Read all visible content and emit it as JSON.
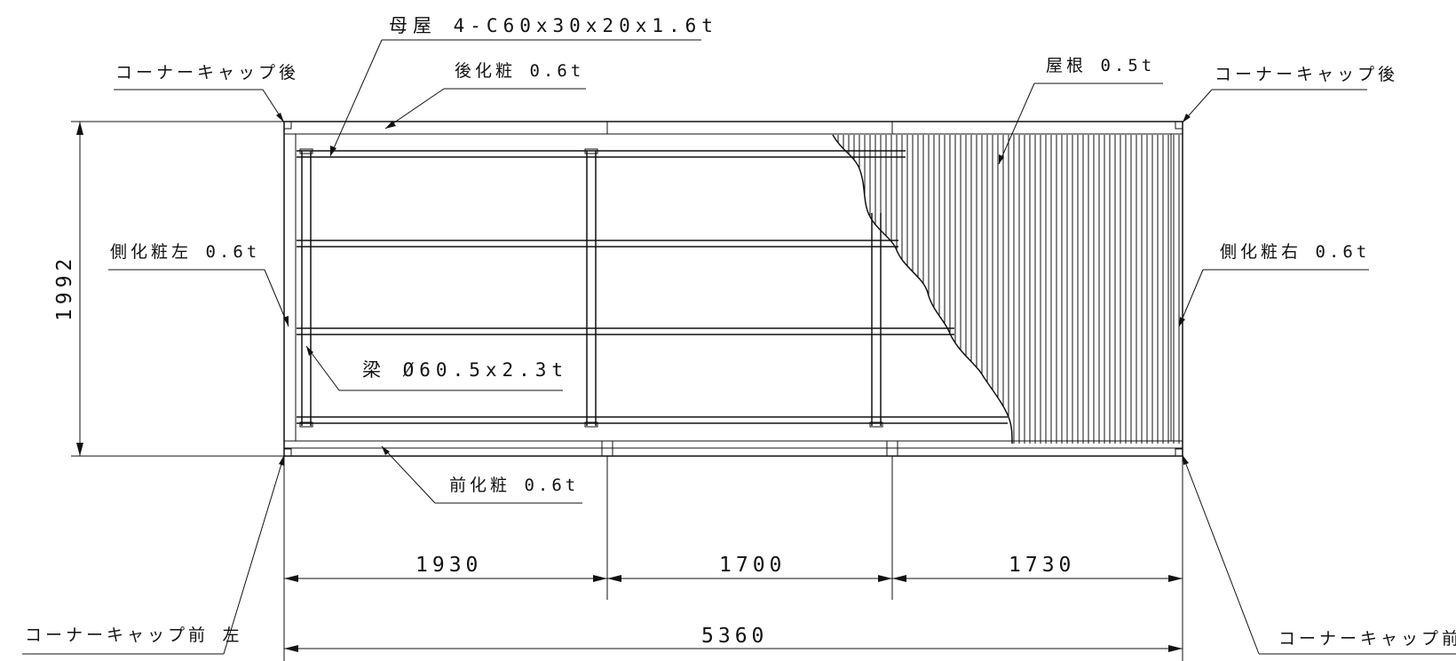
{
  "labels": {
    "purlin": "母屋 4-C60x30x20x1.6t",
    "rear_fascia": "後化粧 0.6t",
    "roof": "屋根 0.5t",
    "corner_cap_rear_left": "コーナーキャップ後",
    "corner_cap_rear_right": "コーナーキャップ後",
    "side_fascia_left": "側化粧左 0.6t",
    "side_fascia_right": "側化粧右 0.6t",
    "beam": "梁 Ø60.5x2.3t",
    "front_fascia": "前化粧 0.6t",
    "corner_cap_front_left": "コーナーキャップ前 左",
    "corner_cap_front_right": "コーナーキャップ前 右"
  },
  "dimensions": {
    "depth": "1992",
    "span_1": "1930",
    "span_2": "1700",
    "span_3": "1730",
    "total_width": "5360"
  },
  "colors": {
    "line": "#111111",
    "background": "#ffffff"
  }
}
